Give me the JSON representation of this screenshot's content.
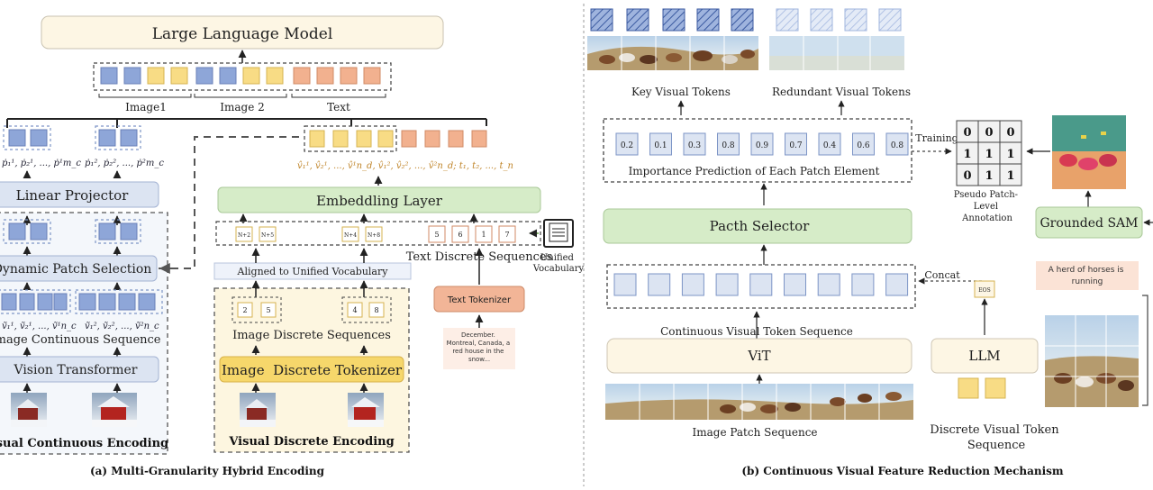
{
  "left_panel": {
    "llm_label": "Large Language Model",
    "group_labels": [
      "Image1",
      "Image 2",
      "Text"
    ],
    "p_seq_1": "ṗ₁¹, ṗ₂¹, ..., ṗ¹m_c",
    "p_seq_2": "ṗ₁², ṗ₂², ..., ṗ²m_c",
    "linear_projector": "Linear Projector",
    "dynamic_patch_selection": "Dynamic Patch Selection",
    "v_seq_1": "ṽ₁¹, ṽ₂¹, ..., ṽ¹n_c",
    "v_seq_2": "ṽ₁², ṽ₂², ..., ṽ²n_c",
    "image_continuous_sequence": "Image Continuous Sequence",
    "vision_transformer": "Vision Transformer",
    "visual_continuous_encoding": "Visual Continuous Encoding",
    "embedding_seq": "v̂₁¹, v̂₂¹, ..., v̂¹n_d, v̂₁², v̂₂², ..., v̂²n_d; t₁, t₂, ..., t_n",
    "embedding_layer": "Embeddling Layer",
    "token_ids_left": [
      "N+2",
      "N+5",
      "N+4",
      "N+8"
    ],
    "token_ids_text": [
      "5",
      "6",
      "1",
      "7"
    ],
    "aligned_vocab": "Aligned to Unified Vocabulary",
    "text_discrete_sequences": "Text Discrete Sequences",
    "unified_vocabulary": "Unified\nVocabulary",
    "text_tokenizer": "Text Tokenizer",
    "disc_ids": [
      "2",
      "5",
      "4",
      "8"
    ],
    "image_discrete_sequences": "Image Discrete Sequences",
    "image_discrete_tokenizer": "Image  Discrete Tokenizer",
    "visual_discrete_encoding": "Visual Discrete Encoding",
    "text_input": "December. Montreal, Canada, a red house in the snow...",
    "caption": "(a) Multi-Granularity Hybrid Encoding"
  },
  "right_panel": {
    "key_visual_tokens": "Key Visual Tokens",
    "redundant_visual_tokens": "Redundant Visual Tokens",
    "scores": [
      "0.2",
      "0.1",
      "0.3",
      "0.8",
      "0.9",
      "0.7",
      "0.4",
      "0.6",
      "0.8"
    ],
    "importance_label": "Importance Prediction of Each Patch Element",
    "training": "Training",
    "matrix": [
      "0",
      "0",
      "0",
      "1",
      "1",
      "1",
      "0",
      "1",
      "1"
    ],
    "pseudo_label": "Pseudo Patch-\nLevel\nAnnotation",
    "grounded_sam": "Grounded SAM",
    "patch_selector": "Pacth Selector",
    "concat": "Concat",
    "eos": "EOS",
    "prompt_text": "A herd of horses is running",
    "continuous_visual_token_sequence": "Continuous Visual Token Sequence",
    "vit": "ViT",
    "llm": "LLM",
    "image_patch_sequence": "Image Patch Sequence",
    "discrete_visual_token_sequence": "Discrete Visual Token\nSequence",
    "caption": "(b) Continuous Visual Feature Reduction Mechanism"
  },
  "colors": {
    "blue": "#8ea6d8",
    "yellow": "#f8dc85",
    "orange": "#f2b18f",
    "green": "#d6ecc8",
    "light_blue": "#dce4f2",
    "cream": "#fdf6e4",
    "gold": "#f6d76b",
    "salmon": "#f2b597"
  }
}
